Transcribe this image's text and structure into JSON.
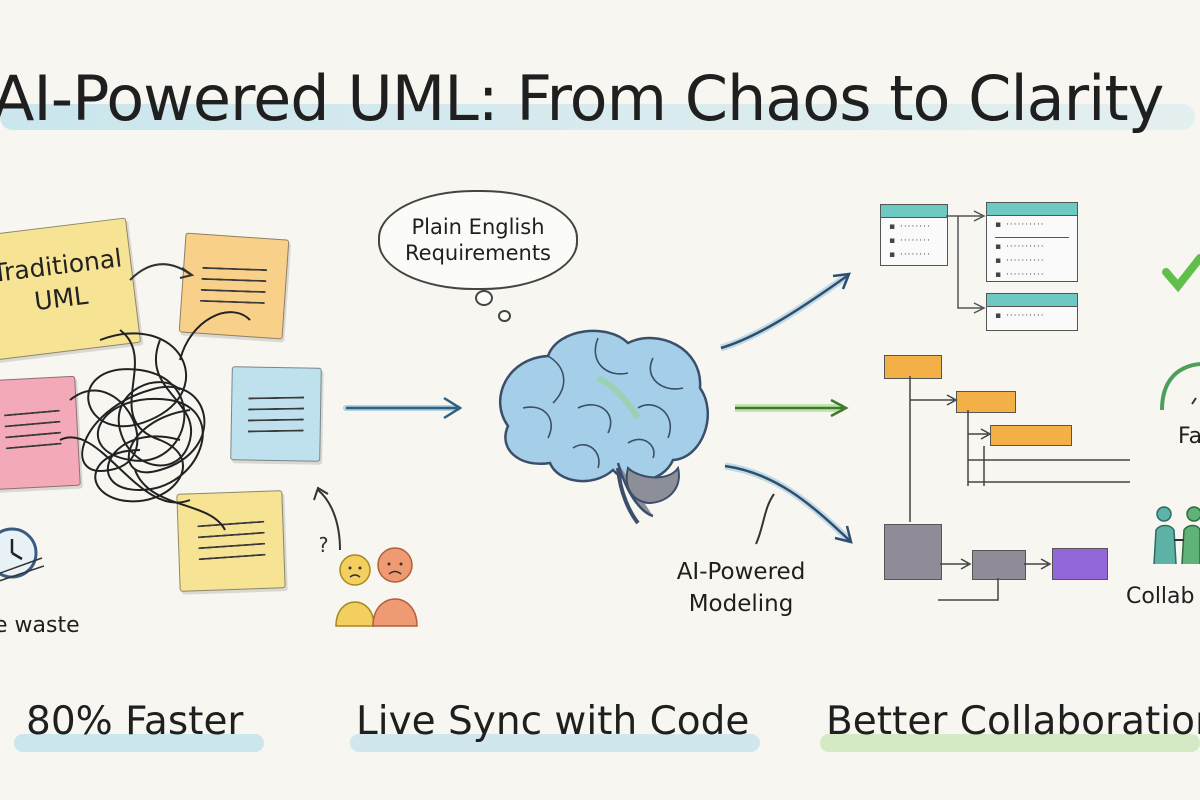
{
  "title": "AI-Powered UML: From Chaos to Clarity",
  "left_panel": {
    "sticky_label": "Traditional UML",
    "time_caption": "e waste"
  },
  "center": {
    "bubble_text": "Plain English Requirements",
    "model_caption": "AI-Powered Modeling"
  },
  "right_panel": {
    "side_labels": [
      "Fa",
      "Collab"
    ]
  },
  "bottom": {
    "labels": [
      "80% Faster",
      "Live Sync with Code",
      "Better Collaboration"
    ]
  },
  "colors": {
    "background": "#f7f6f1",
    "teal": "#6ec9c3",
    "orange": "#f2b046",
    "purple": "#9467d8",
    "brain_blue": "#9ccbe8",
    "arrow_green": "#8fd36f"
  }
}
